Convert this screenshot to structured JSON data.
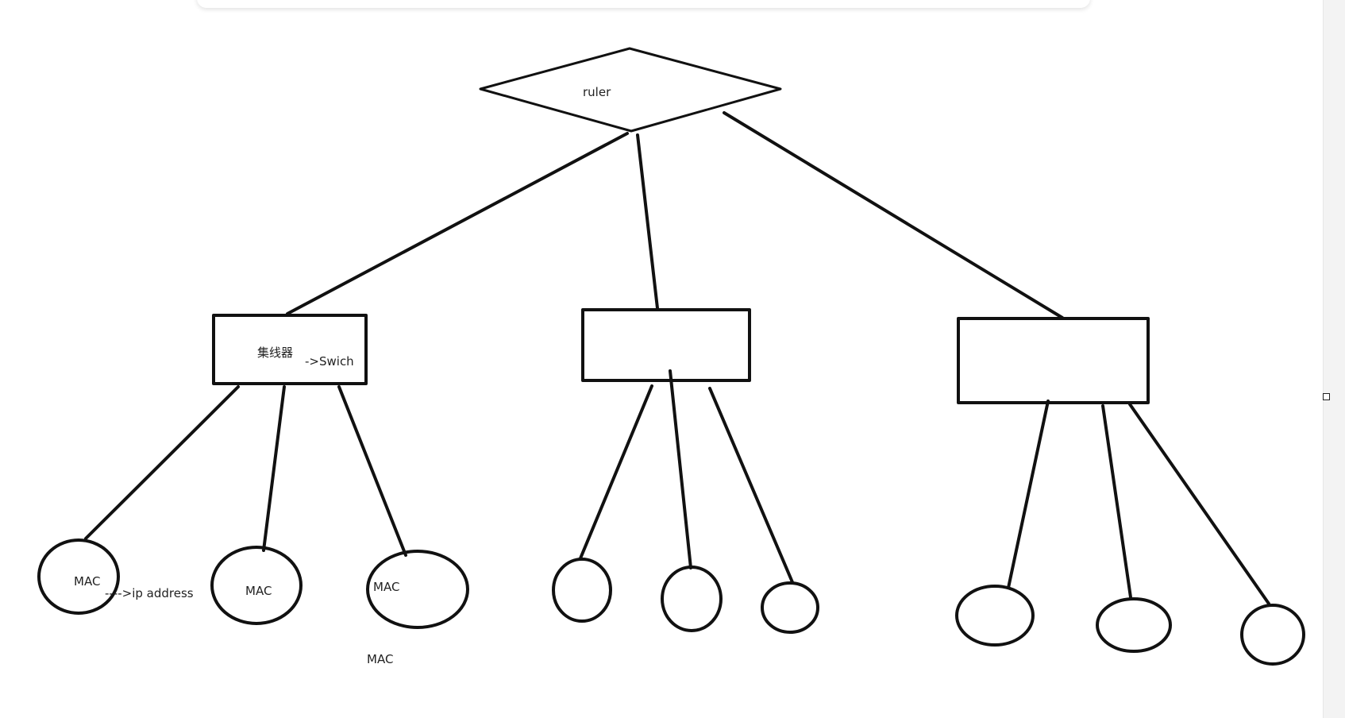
{
  "diagram": {
    "root_label": "ruler",
    "hub_label": "集线器",
    "hub_arrow_label": "->Swich",
    "mac_label_1": "MAC",
    "mac_label_2": "MAC",
    "mac_label_3": "MAC",
    "mac_label_4": "MAC",
    "ip_arrow_label": "---->ip address"
  },
  "colors": {
    "stroke": "#111111",
    "background": "#ffffff"
  }
}
